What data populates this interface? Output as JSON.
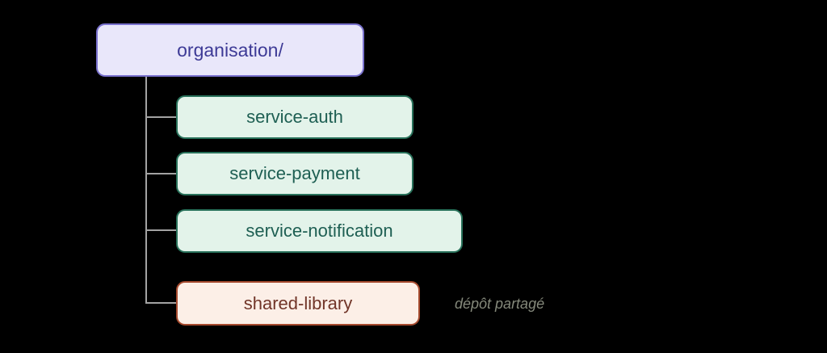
{
  "canvas": {
    "background": "#000000",
    "connector_color": "#a3a3a3"
  },
  "diagram": {
    "root": {
      "label": "organisation/",
      "fill": "#e9e7fa",
      "stroke": "#7a72ce",
      "text_color": "#3d3a96"
    },
    "children": [
      {
        "label": "service-auth",
        "type": "service",
        "fill": "#e3f3ea",
        "stroke": "#28715a",
        "text_color": "#1e5f53"
      },
      {
        "label": "service-payment",
        "type": "service",
        "fill": "#e3f3ea",
        "stroke": "#28715a",
        "text_color": "#1e5f53"
      },
      {
        "label": "service-notification",
        "type": "service",
        "fill": "#e3f3ea",
        "stroke": "#28715a",
        "text_color": "#1e5f53"
      },
      {
        "label": "shared-library",
        "type": "shared",
        "fill": "#fcefe7",
        "stroke": "#a64a2e",
        "text_color": "#713528"
      }
    ],
    "annotation": {
      "label": "dépôt partagé",
      "color": "#85897b"
    }
  }
}
